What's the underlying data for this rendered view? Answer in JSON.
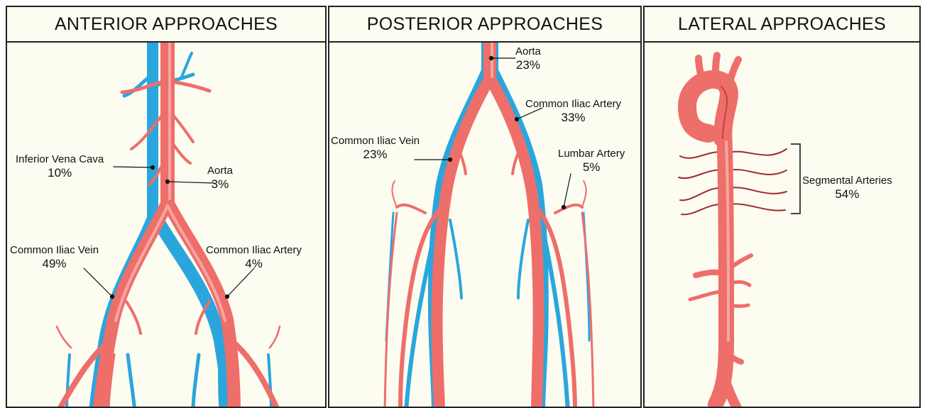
{
  "panels": {
    "anterior": {
      "title": "ANTERIOR APPROACHES",
      "labels": {
        "ivc": {
          "name": "Inferior Vena Cava",
          "pct": "10%"
        },
        "aorta": {
          "name": "Aorta",
          "pct": "3%"
        },
        "civ": {
          "name": "Common Iliac Vein",
          "pct": "49%"
        },
        "cia": {
          "name": "Common Iliac Artery",
          "pct": "4%"
        }
      }
    },
    "posterior": {
      "title": "POSTERIOR APPROACHES",
      "labels": {
        "aorta": {
          "name": "Aorta",
          "pct": "23%"
        },
        "cia": {
          "name": "Common Iliac Artery",
          "pct": "33%"
        },
        "civ": {
          "name": "Common Iliac Vein",
          "pct": "23%"
        },
        "lumbar": {
          "name": "Lumbar Artery",
          "pct": "5%"
        }
      }
    },
    "lateral": {
      "title": "LATERAL APPROACHES",
      "labels": {
        "segmental": {
          "name": "Segmental Arteries",
          "pct": "54%"
        }
      }
    }
  },
  "colors": {
    "artery": "#ee6e6a",
    "artery_light": "#f6a6a0",
    "artery_dark": "#c2403d",
    "vein": "#2aa6dd",
    "segmental": "#9e2b2b",
    "panel_bg": "#fdfcf1",
    "leader": "#111111"
  }
}
